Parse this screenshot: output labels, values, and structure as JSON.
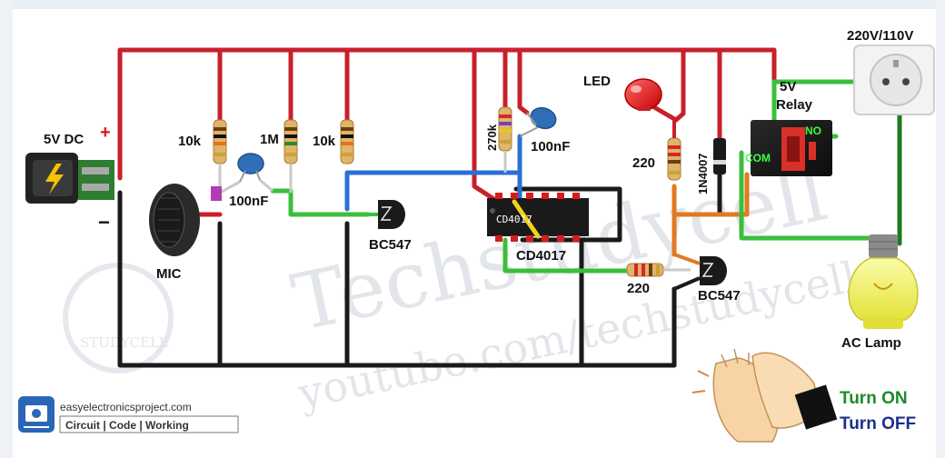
{
  "labels": {
    "source": "5V DC",
    "plus": "+",
    "minus": "−",
    "mic": "MIC",
    "r1": "10k",
    "r2": "1M",
    "r3": "10k",
    "cap1": "100nF",
    "q1": "BC547",
    "r_270k": "270k",
    "cap2": "100nF",
    "ic_body": "CD4017",
    "ic_label": "CD4017",
    "led": "LED",
    "r_led": "220",
    "diode": "1N4007",
    "relay": "5V\nRelay",
    "relay_line1": "5V",
    "relay_line2": "Relay",
    "relay_no": "NO",
    "relay_com": "COM",
    "mains": "220V/110V",
    "r_base": "220",
    "q2": "BC547",
    "lamp": "AC Lamp",
    "watermark_big": "Techstudycell",
    "watermark_url": "youtube.com/techstudycell",
    "watermark_round": "STUDYCELL"
  },
  "branding": {
    "site": "easyelectronicsproject.com",
    "tagline": "Circuit | Code | Working"
  },
  "caption": {
    "line1": "Turn ON",
    "line2": "Turn OFF"
  },
  "colors": {
    "positive_wire": "#c8202a",
    "ground_wire": "#1a1a1a",
    "blue_wire": "#2b6fd6",
    "green_wire": "#3bbf3b",
    "orange_wire": "#e07a20",
    "mains_wire": "#1e7a1e",
    "turn_on": "#1c8a2c",
    "turn_off": "#1c2f8a"
  }
}
